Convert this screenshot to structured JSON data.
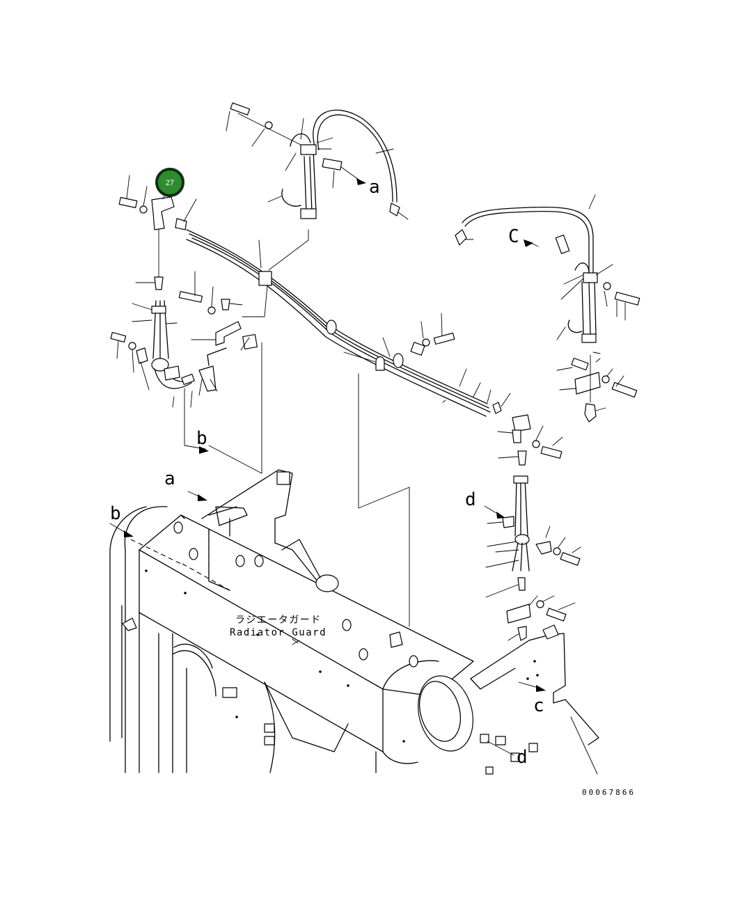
{
  "callout": {
    "number": "27",
    "color": "#2e8b2e"
  },
  "labels": {
    "a_top": "a",
    "c_top": "C",
    "b_mid": "b",
    "a_frame": "a",
    "b_frame": "b",
    "d_mid": "d",
    "c_bottom": "c",
    "d_bottom": "d"
  },
  "annotation": {
    "japanese": "ラジエータガード",
    "english": "Radiator Guard"
  },
  "document_number": "00067866"
}
